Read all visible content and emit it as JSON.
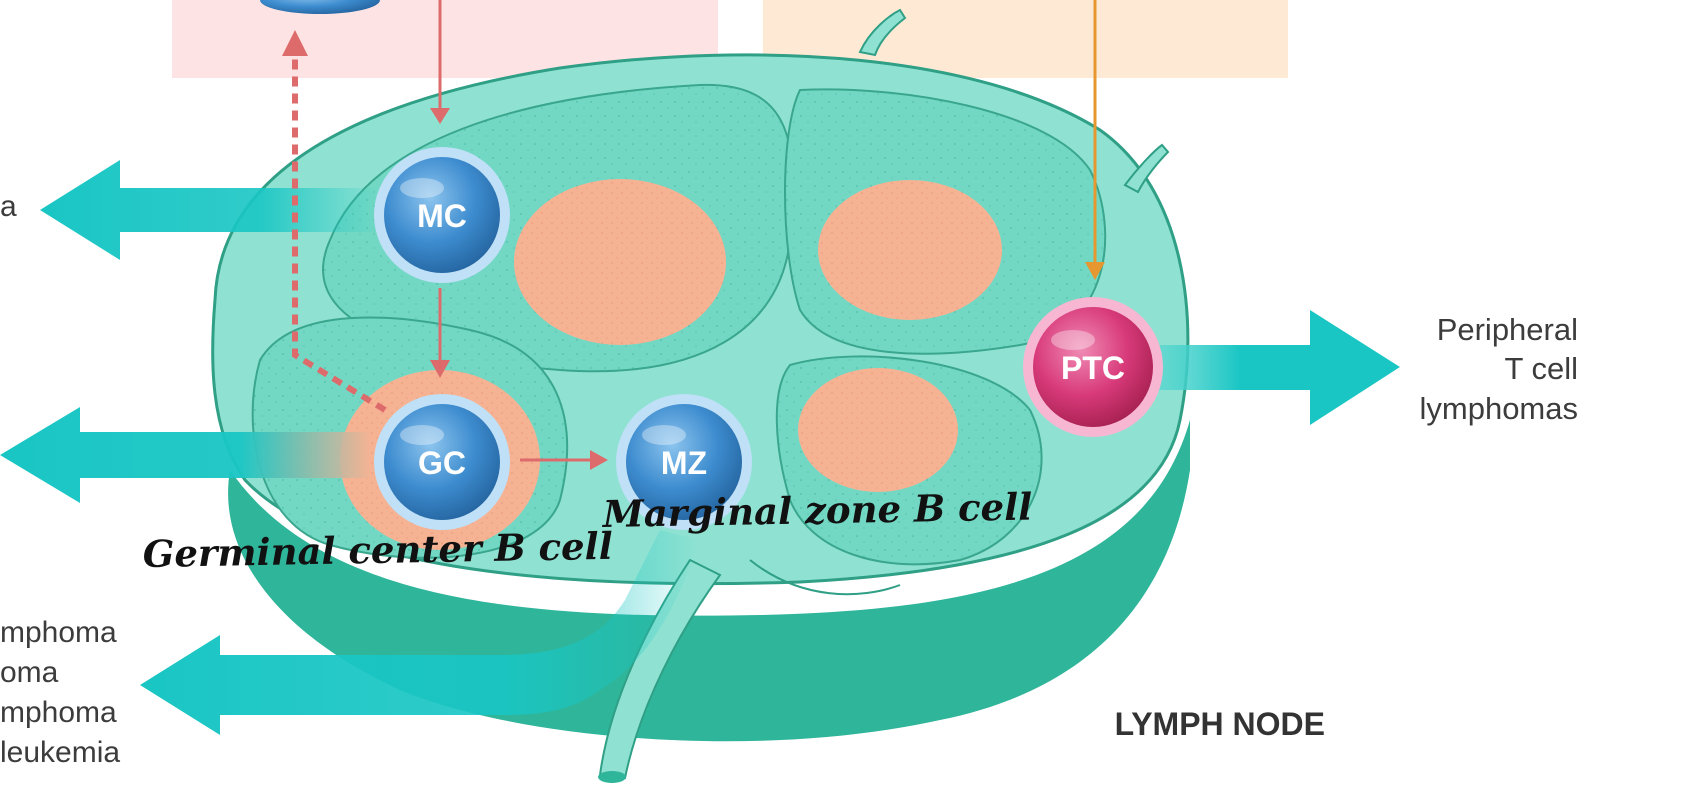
{
  "cells": {
    "mc": "MC",
    "gc": "GC",
    "mz": "MZ",
    "ptc": "PTC"
  },
  "annotations": {
    "germinal": "Germinal center B cell",
    "marginal": "Marginal zone B cell"
  },
  "labels": {
    "top_left_fragment": "a",
    "peripheral": [
      "Peripheral",
      "T cell",
      "lymphomas"
    ],
    "bottom_left": [
      "mphoma",
      "oma",
      "mphoma",
      "leukemia"
    ],
    "lymph_node": "LYMPH NODE"
  },
  "colors": {
    "arrow_teal": "#19c6c4",
    "node_teal": "#7fdccc",
    "node_dark": "#2fb59a",
    "follicle_salmon": "#f6b394",
    "b_cell_blue": "#3d8ccf",
    "t_cell_pink": "#d83a7a",
    "red_arrow": "#de6b6b",
    "orange_arrow": "#e6972f"
  }
}
